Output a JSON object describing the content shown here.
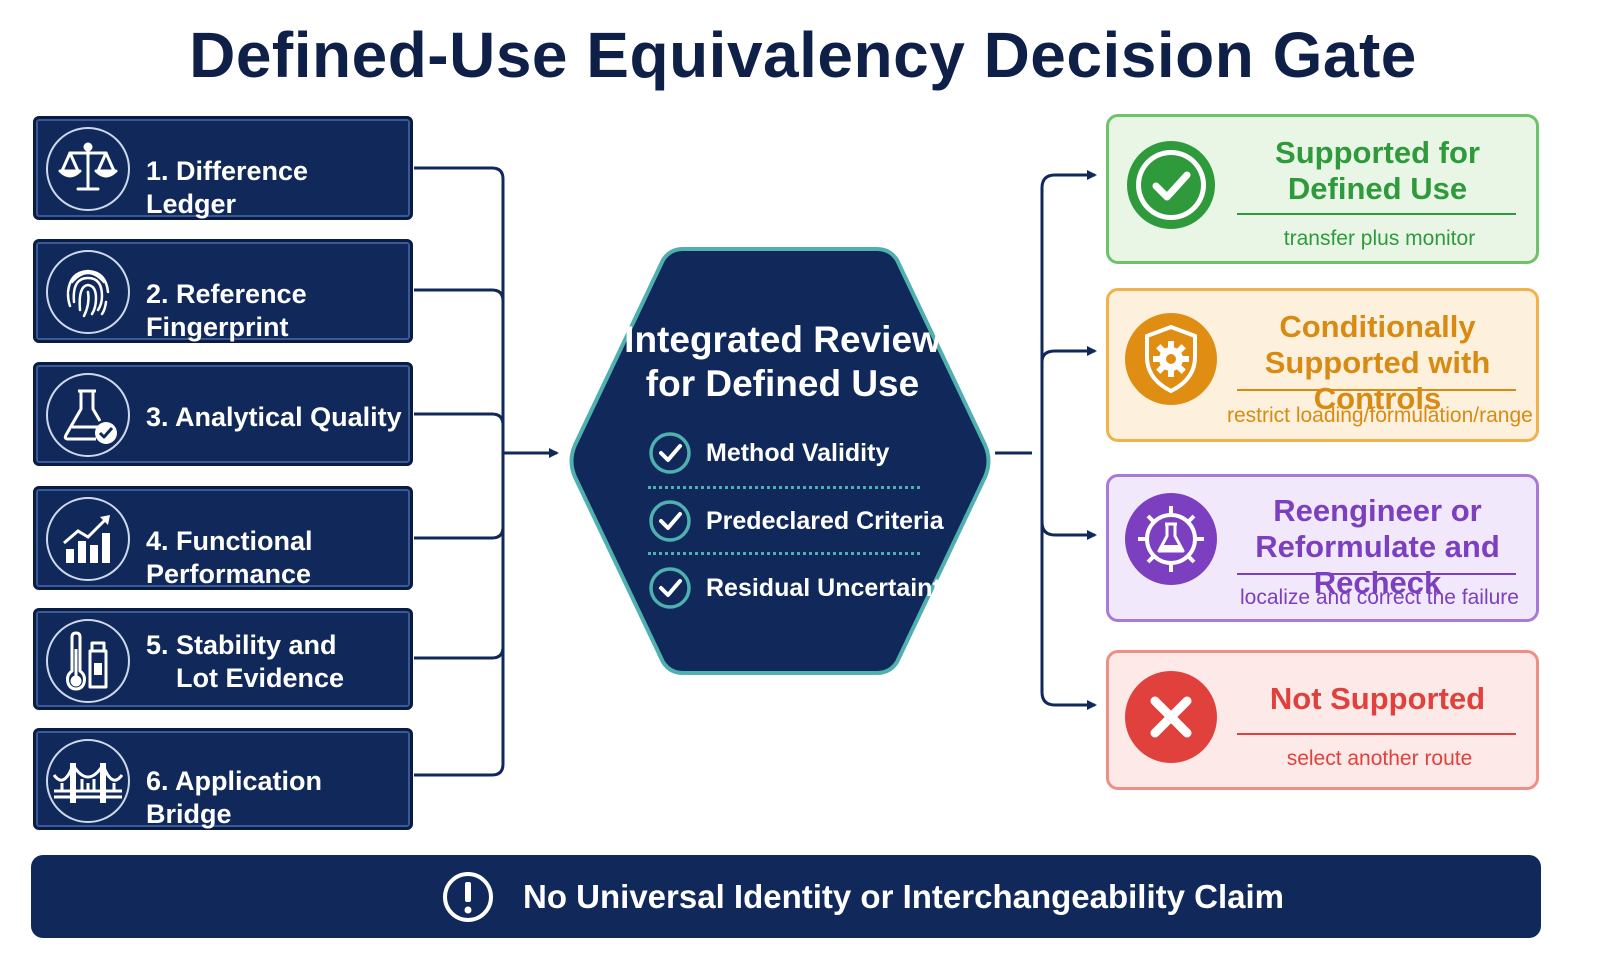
{
  "title": "Defined-Use Equivalency Decision Gate",
  "steps": [
    {
      "lines": [
        "1. Difference Ledger"
      ],
      "icon": "scales-icon"
    },
    {
      "lines": [
        "2. Reference Fingerprint"
      ],
      "icon": "fingerprint-icon"
    },
    {
      "lines": [
        "3. Analytical Quality"
      ],
      "icon": "flask-check-icon"
    },
    {
      "lines": [
        "4. Functional Performance"
      ],
      "icon": "bar-chart-up-icon"
    },
    {
      "lines": [
        "5. Stability and",
        "Lot Evidence"
      ],
      "icon": "thermometer-vial-icon"
    },
    {
      "lines": [
        "6. Application Bridge"
      ],
      "icon": "bridge-icon"
    }
  ],
  "review": {
    "title_lines": [
      "Integrated Review",
      "for Defined Use"
    ],
    "criteria": [
      "Method Validity",
      "Predeclared Criteria",
      "Residual Uncertainty"
    ]
  },
  "outcomes": [
    {
      "title_lines": [
        "Supported for",
        "Defined Use"
      ],
      "subtitle": "transfer plus monitor",
      "icon": "check-circle-icon",
      "color": "#2e9a3c"
    },
    {
      "title_lines": [
        "Conditionally",
        "Supported with Controls"
      ],
      "subtitle": "restrict loading/formulation/range",
      "icon": "shield-gear-icon",
      "color": "#d98a12"
    },
    {
      "title_lines": [
        "Reengineer or",
        "Reformulate and Recheck"
      ],
      "subtitle": "localize and correct the failure",
      "icon": "gear-flask-icon",
      "color": "#7b3fc0"
    },
    {
      "title_lines": [
        "Not Supported"
      ],
      "subtitle": "select another route",
      "icon": "x-circle-icon",
      "color": "#e0413c"
    }
  ],
  "banner": {
    "text": "No Universal Identity or Interchangeability Claim",
    "icon": "exclamation-circle-icon"
  },
  "colors": {
    "navy": "#10295a",
    "teal": "#4fb0b0",
    "green": "#2e9a3c",
    "orange": "#d98a12",
    "purple": "#7b3fc0",
    "red": "#e0413c"
  }
}
